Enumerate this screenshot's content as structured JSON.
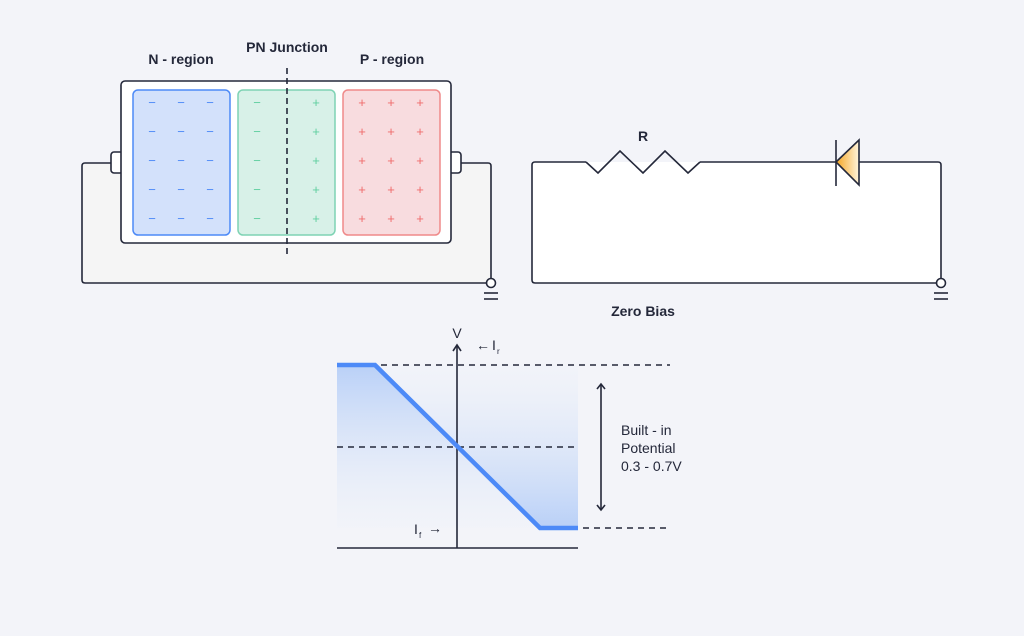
{
  "labels": {
    "n_region": "N - region",
    "pn_junction": "PN Junction",
    "p_region": "P - region",
    "resistor": "R",
    "zero_bias": "Zero Bias",
    "v_axis": "V",
    "ir_arrow": "←",
    "ir_main": "I",
    "ir_sub": "r",
    "if_main": "I",
    "if_sub": "f",
    "if_arrow": "→",
    "built_in_1": "Built - in",
    "built_in_2": "Potential",
    "built_in_3": "0.3 - 0.7V"
  },
  "charges": {
    "n_region": [
      "−",
      "−",
      "−"
    ],
    "depletion": [
      "−",
      "+"
    ],
    "p_region": [
      "+",
      "+",
      "+"
    ],
    "rows": 5
  },
  "colors": {
    "n": "#4d8af7",
    "depletion": "#5fcf9f",
    "p": "#ef6b6b",
    "diode": "#f5a623",
    "curve": "#4d8af7",
    "line": "#24283a"
  }
}
